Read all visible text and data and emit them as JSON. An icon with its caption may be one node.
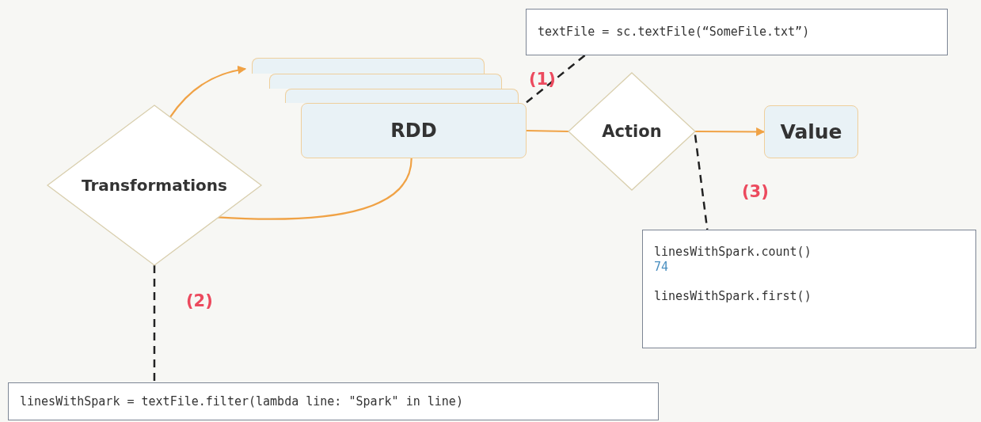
{
  "diagram": {
    "nodes": [
      {
        "text": [
          "Transformations"
        ]
      },
      {
        "text": [],
        "shape": "box"
      },
      {
        "text": [],
        "shape": "box"
      },
      {
        "text": [],
        "shape": "box"
      },
      {
        "text": [
          "RDD"
        ]
      },
      {
        "text": [
          "Action"
        ]
      },
      {
        "text": [
          "Value"
        ]
      },
      {
        "text": [
          "textFile = sc.textFile(“SomeFile.txt”)"
        ]
      },
      {
        "text": [
          "linesWithSpark.count()",
          "74",
          "linesWithSpark.first()"
        ]
      },
      {
        "text": [
          "linesWithSpark = textFile.filter(lambda line: \"Spark\" in line)"
        ]
      }
    ],
    "edges": [
      {
        "from": 0,
        "to": 1,
        "arrow": "to"
      },
      {
        "from": 4,
        "to": 0,
        "arrow": "none"
      },
      {
        "from": 4,
        "to": 5,
        "arrow": "none"
      },
      {
        "from": 5,
        "to": 6,
        "arrow": "to"
      },
      {
        "from": 7,
        "to": 4,
        "arrow": "none",
        "style": "dashed",
        "color": "#222222"
      },
      {
        "from": 5,
        "to": 8,
        "arrow": "none",
        "style": "dashed",
        "color": "#222222"
      },
      {
        "from": 0,
        "to": 9,
        "arrow": "none",
        "style": "dashed",
        "color": "#222222"
      }
    ],
    "labels": [
      "(1)",
      "(2)",
      "(3)"
    ]
  }
}
